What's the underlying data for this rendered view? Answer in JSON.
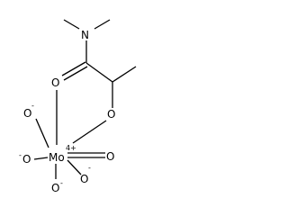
{
  "molecule": {
    "labels": {
      "amide_nitrogen": "N",
      "carbonyl_oxygen": "O",
      "ether_oxygen": "O",
      "metal": "Mo",
      "metal_charge": "4+",
      "oxo_oxygen": "O",
      "oxide_1": "O",
      "oxide_1_charge": "-",
      "oxide_2": "O",
      "oxide_2_charge": "-",
      "oxide_3": "O",
      "oxide_3_charge": "-",
      "oxide_4": "O",
      "oxide_4_charge": "-"
    }
  }
}
